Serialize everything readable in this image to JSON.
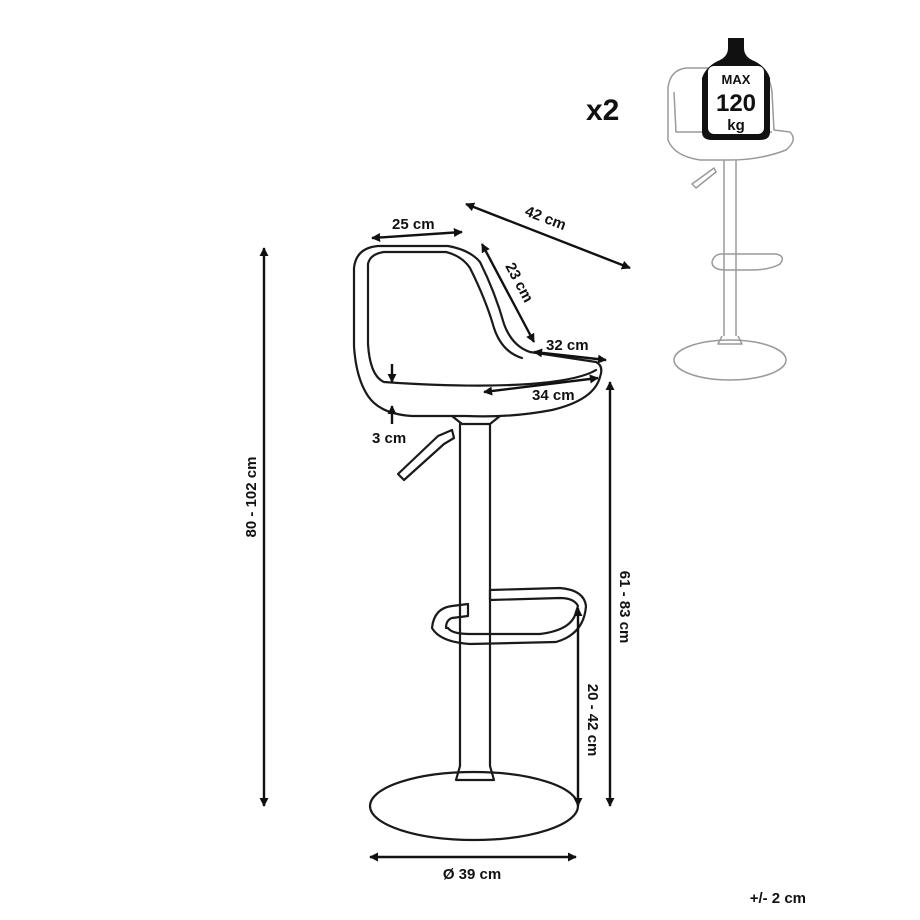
{
  "colors": {
    "ink": "#111111",
    "outline": "#1a1a1a",
    "thumb_outline": "#9a9a9a",
    "background": "#ffffff"
  },
  "dimensions": {
    "seat_back_width": "25 cm",
    "seat_diagonal": "42 cm",
    "back_height": "23 cm",
    "seat_depth": "32 cm",
    "seat_width": "34 cm",
    "seat_rim": "3 cm",
    "total_height": "80 - 102 cm",
    "seat_height": "61 - 83 cm",
    "footrest_height": "20 - 42 cm",
    "base_diameter": "Ø 39 cm"
  },
  "quantity": "x2",
  "max_load": {
    "line1": "MAX",
    "line2": "120",
    "line3": "kg"
  },
  "tolerance": "+/- 2 cm",
  "icons": {
    "weight": "weight-icon",
    "stool_thumbnail": "bar-stool-thumbnail"
  }
}
